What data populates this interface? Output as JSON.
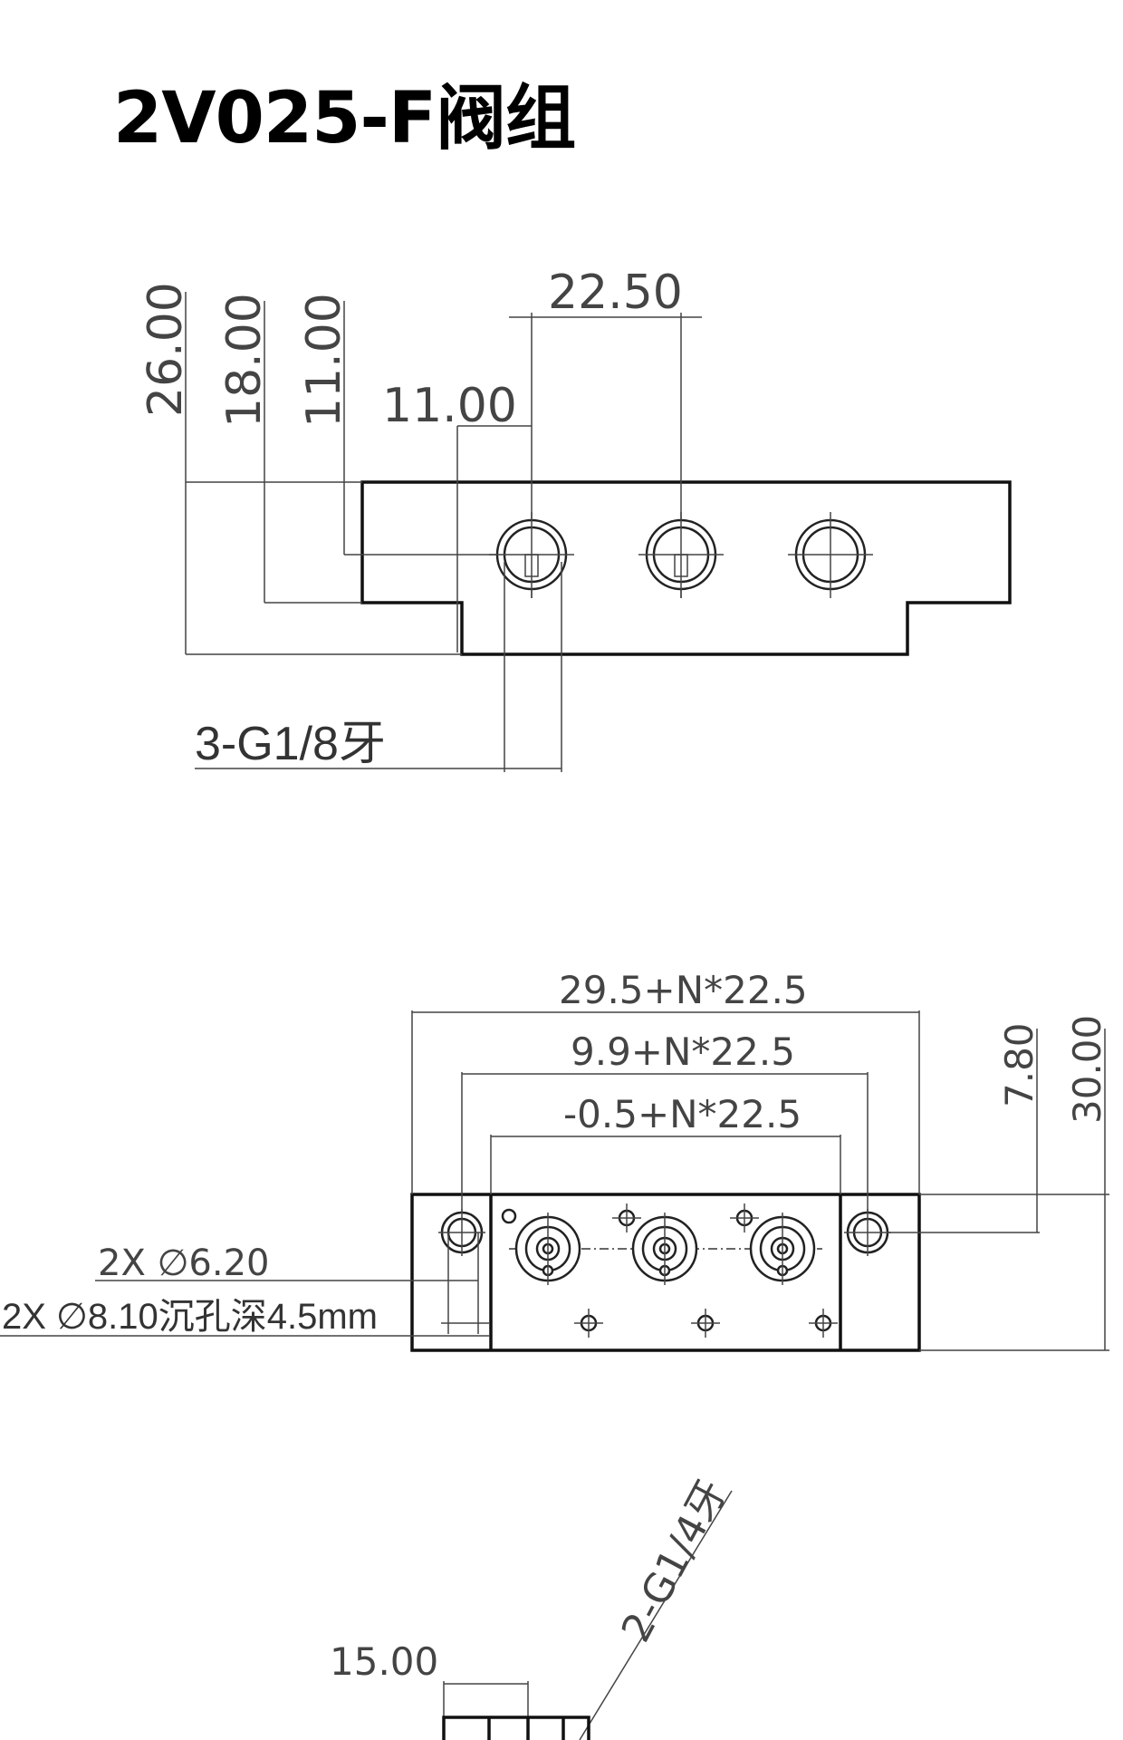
{
  "title": "2V025-F阀组",
  "top_view": {
    "dim_height_total": "26.00",
    "dim_height_mid": "18.00",
    "dim_height_port": "11.00",
    "dim_port_offset": "11.00",
    "dim_port_pitch": "22.50",
    "port_callout": "3-G1/8牙"
  },
  "front_view": {
    "dim_overall": "29.5+N*22.5",
    "dim_mount_holes": "9.9+N*22.5",
    "dim_inner": "-0.5+N*22.5",
    "dim_hole_height": "7.80",
    "dim_height": "30.00",
    "hole_callout": "2X ∅6.20",
    "counterbore_callout": "2X ∅8.10沉孔深4.5mm"
  },
  "side_view": {
    "port_callout": "2-G1/4牙",
    "dim_width": "15.00"
  }
}
